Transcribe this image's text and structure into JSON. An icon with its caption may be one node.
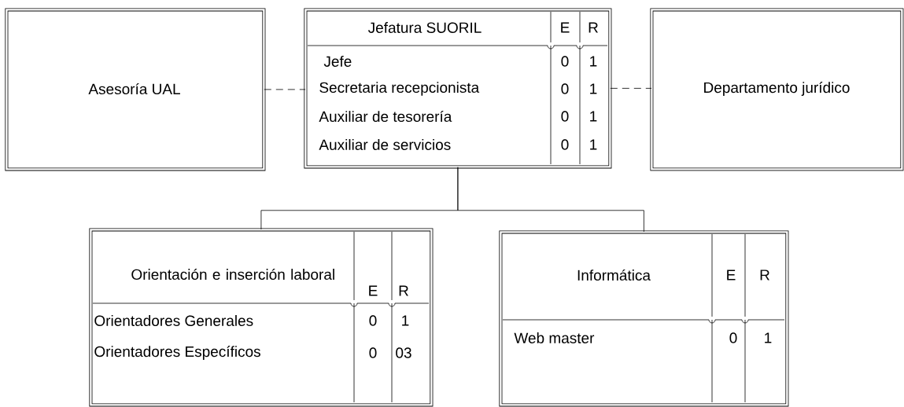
{
  "diagram": {
    "nodes": [
      {
        "text": [
          "Asesoría UAL"
        ]
      },
      {
        "text": [
          "Jefatura SUORIL",
          "E",
          "R",
          "Jefe",
          "0",
          "1",
          "Secretaria recepcionista",
          "0",
          "1",
          "Auxiliar de tesorería",
          "0",
          "1",
          "Auxiliar de servicios",
          "0",
          "1"
        ]
      },
      {
        "text": [
          "Departamento jurídico"
        ]
      },
      {
        "text": [
          "Orientación e inserción laboral",
          "E",
          "R",
          "Orientadores Generales",
          "0",
          "1",
          "Orientadores Específicos",
          "0",
          "03"
        ]
      },
      {
        "text": [
          "Informática",
          "E",
          "R",
          "Web master",
          "0",
          "1"
        ]
      }
    ],
    "edges": [
      {
        "from": 0,
        "to": 1,
        "arrow": "none",
        "style": "dashed"
      },
      {
        "from": 1,
        "to": 2,
        "arrow": "none",
        "style": "dashed"
      },
      {
        "from": 1,
        "to": 3,
        "arrow": "none"
      },
      {
        "from": 1,
        "to": 4,
        "arrow": "none"
      }
    ]
  }
}
